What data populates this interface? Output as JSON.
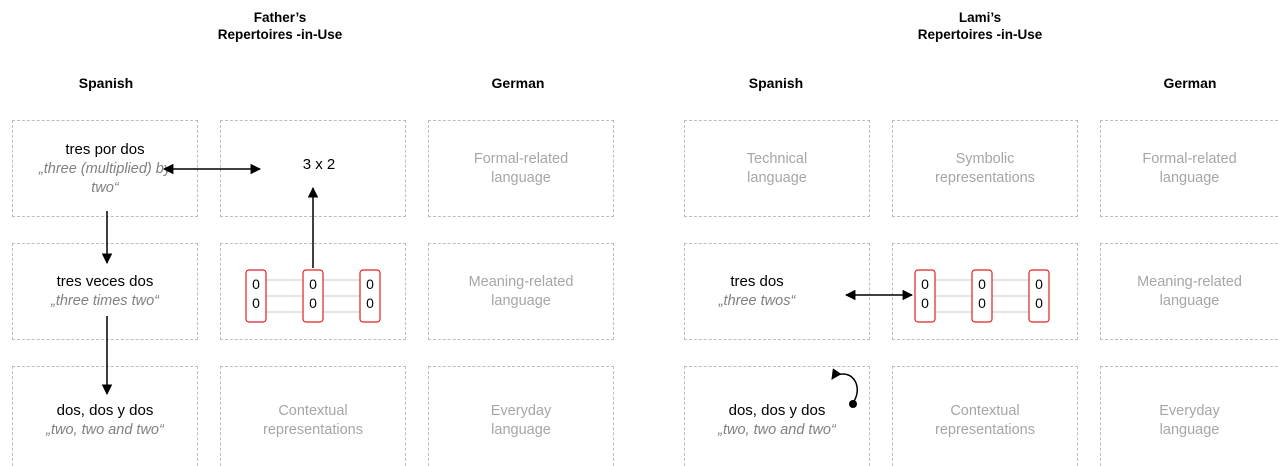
{
  "panels": [
    {
      "title_line1": "Father’s",
      "title_line2": "Repertoires -in-Use",
      "left_heading": "Spanish",
      "right_heading": "German",
      "cells": {
        "r1c1_main": "tres por dos",
        "r1c1_sub": "„three (multiplied) by two“",
        "r1c2_main": "3 x 2",
        "r1c3": "Formal-related language",
        "r2c1_main": "tres veces dos",
        "r2c1_sub": "„three times two“",
        "r2c3": "Meaning-related language",
        "r3c1_main": "dos, dos y dos",
        "r3c1_sub": "„two, two and two“",
        "r3c2": "Contextual representations",
        "r3c3": "Everyday language"
      }
    },
    {
      "title_line1": "Lami’s",
      "title_line2": "Repertoires -in-Use",
      "left_heading": "Spanish",
      "right_heading": "German",
      "cells": {
        "r1c1": "Technical language",
        "r1c2": "Symbolic representations",
        "r1c3": "Formal-related language",
        "r2c1_main": "tres dos",
        "r2c1_sub": "„three twos“",
        "r2c3": "Meaning-related language",
        "r3c1_main": "dos, dos y dos",
        "r3c1_sub": "„two, two and two“",
        "r3c2": "Contextual representations",
        "r3c3": "Everyday language"
      }
    }
  ],
  "pictogram": {
    "dot_glyph": "0",
    "groups": 3,
    "dots_per_group": 2
  },
  "colors": {
    "arrow": "#000000",
    "dashed_border": "#bdbdbd",
    "group_box": "#e02020",
    "grey_text": "#a6a6a6",
    "italic_text": "#808080"
  }
}
